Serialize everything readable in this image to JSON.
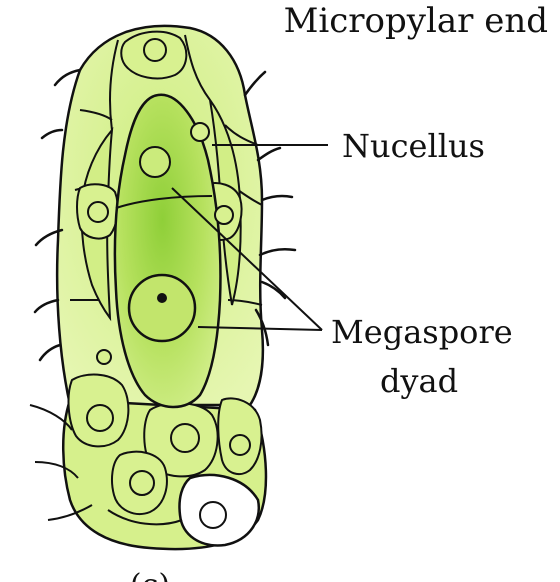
{
  "labels": {
    "micropylar_end": "Micropylar end",
    "nucellus": "Nucellus",
    "megaspore_line1": "Megaspore",
    "megaspore_line2": "dyad",
    "panel_marker": "(c)"
  },
  "colors": {
    "cell_fill": "#d6f08c",
    "cell_fill_light": "#e3f5a8",
    "center_fill": "#bfe46a",
    "center_glow": "#a9d94a",
    "outline": "#111111",
    "background": "#ffffff"
  }
}
